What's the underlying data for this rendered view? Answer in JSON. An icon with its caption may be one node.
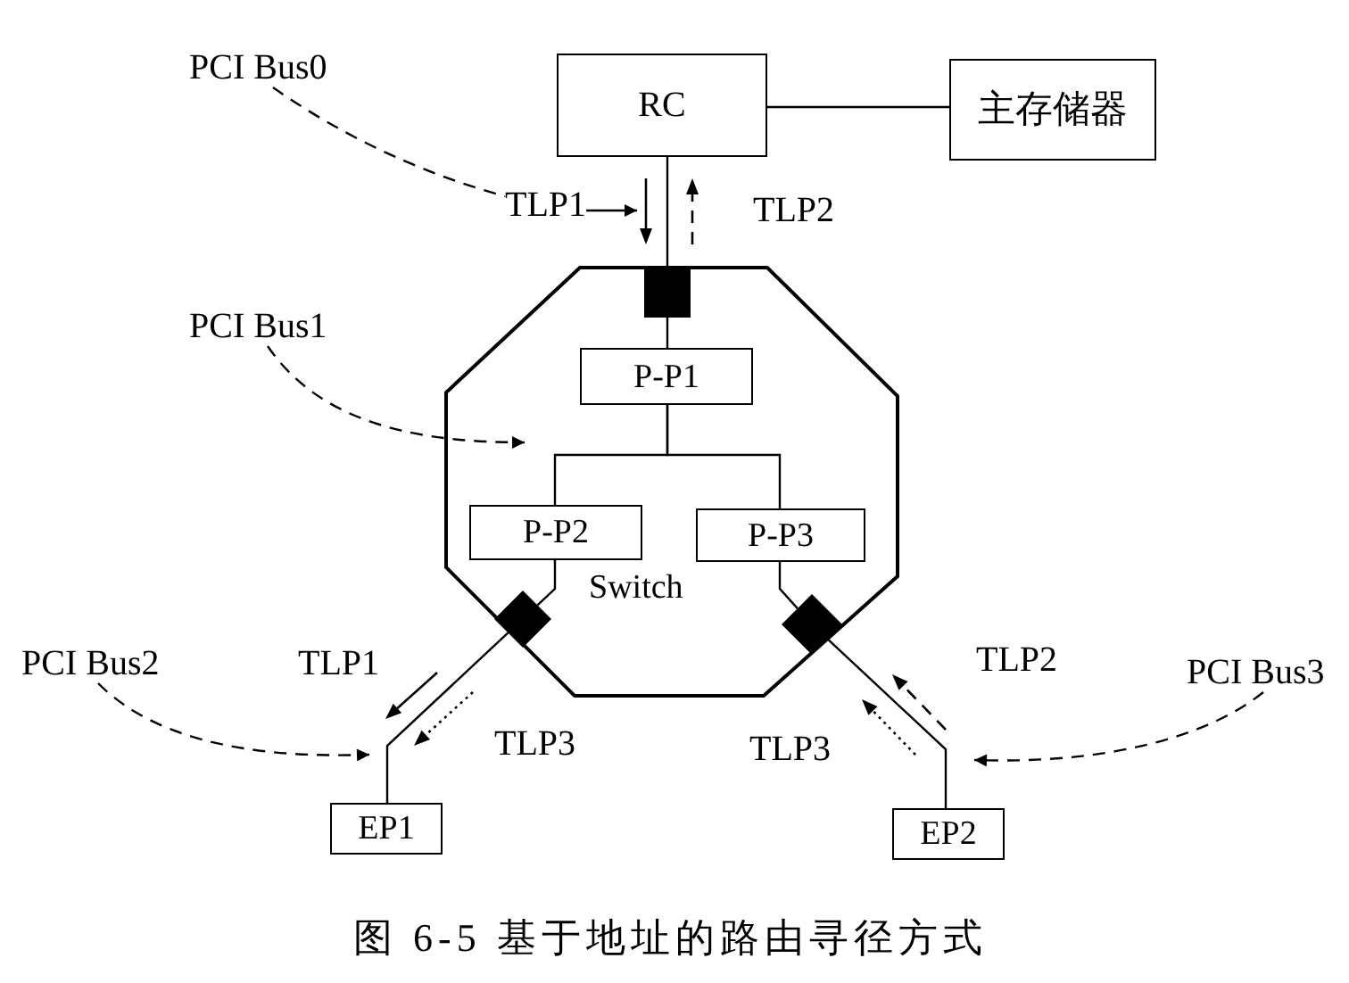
{
  "diagram": {
    "caption": "图 6-5 基于地址的路由寻径方式",
    "nodes": [
      {
        "text": [
          "PCI Bus0"
        ]
      },
      {
        "text": [
          "RC"
        ]
      },
      {
        "text": [
          "主存储器"
        ]
      },
      {
        "text": [
          "TLP1"
        ]
      },
      {
        "text": [
          "Switch"
        ]
      },
      {
        "text": [],
        "shape": "box",
        "in": 4
      },
      {
        "text": [
          "PCI Bus1"
        ]
      },
      {
        "text": [
          "P-P1"
        ],
        "in": 4
      },
      {
        "text": [
          "P-P2"
        ],
        "in": 4
      },
      {
        "text": [
          "P-P3"
        ],
        "in": 4
      },
      {
        "text": [],
        "shape": "diamond",
        "in": 4
      },
      {
        "text": [],
        "shape": "diamond",
        "in": 4
      },
      {
        "text": [
          "PCI Bus2"
        ]
      },
      {
        "text": [
          "PCI Bus3"
        ]
      },
      {
        "text": [
          "EP1"
        ]
      },
      {
        "text": [
          "EP2"
        ]
      }
    ],
    "edges": [
      {
        "from": 1,
        "to": 2,
        "arrow": "none"
      },
      {
        "from": 1,
        "to": 5,
        "arrow": "none"
      },
      {
        "from": 5,
        "to": 7,
        "arrow": "none"
      },
      {
        "from": 7,
        "to": 8,
        "arrow": "none"
      },
      {
        "from": 7,
        "to": 9,
        "arrow": "none"
      },
      {
        "from": 8,
        "to": 10,
        "arrow": "none"
      },
      {
        "from": 9,
        "to": 11,
        "arrow": "none"
      },
      {
        "from": 10,
        "to": 14,
        "arrow": "none"
      },
      {
        "from": 11,
        "to": 15,
        "arrow": "none"
      },
      {
        "from": 0,
        "to": 3,
        "arrow": "none",
        "style": "dashed"
      },
      {
        "from": 3,
        "to": null,
        "arrow": "to"
      },
      {
        "from": 6,
        "to": null,
        "arrow": "to",
        "style": "dashed"
      },
      {
        "from": 12,
        "to": null,
        "arrow": "to",
        "style": "dashed"
      },
      {
        "from": 13,
        "to": null,
        "arrow": "to",
        "style": "dashed"
      }
    ],
    "labels": [
      "TLP2",
      "TLP1",
      "TLP2",
      "TLP3",
      "TLP3"
    ]
  }
}
